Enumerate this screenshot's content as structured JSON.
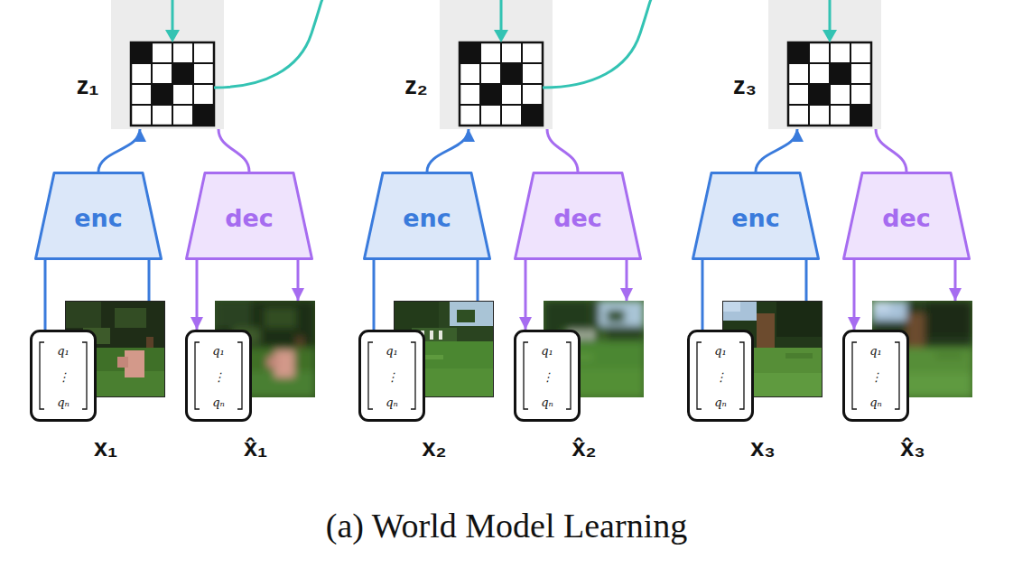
{
  "diagram": {
    "caption": "(a) World Model Learning",
    "nodes": [
      {
        "text": [
          "z₁"
        ]
      },
      {
        "text": [
          "enc"
        ]
      },
      {
        "text": [
          "dec"
        ]
      },
      {
        "text": [
          "q₁",
          "⋮",
          "qₙ"
        ]
      },
      {
        "text": [
          "x₁"
        ]
      },
      {
        "text": [
          "q₁",
          "⋮",
          "qₙ"
        ]
      },
      {
        "text": [
          "x̂₁"
        ]
      },
      {
        "text": [
          "z₂"
        ]
      },
      {
        "text": [
          "enc"
        ]
      },
      {
        "text": [
          "dec"
        ]
      },
      {
        "text": [
          "q₁",
          "⋮",
          "qₙ"
        ]
      },
      {
        "text": [
          "x₂"
        ]
      },
      {
        "text": [
          "q₁",
          "⋮",
          "qₙ"
        ]
      },
      {
        "text": [
          "x̂₂"
        ]
      },
      {
        "text": [
          "z₃"
        ]
      },
      {
        "text": [
          "enc"
        ]
      },
      {
        "text": [
          "dec"
        ]
      },
      {
        "text": [
          "q₁",
          "⋮",
          "qₙ"
        ]
      },
      {
        "text": [
          "x₃"
        ]
      },
      {
        "text": [
          "q₁",
          "⋮",
          "qₙ"
        ]
      },
      {
        "text": [
          "x̂₃"
        ]
      }
    ],
    "edges": [
      {
        "from": 3,
        "to": 1,
        "arrow": "none"
      },
      {
        "from": 4,
        "to": 1,
        "arrow": "none"
      },
      {
        "from": 1,
        "to": 0,
        "arrow": "to"
      },
      {
        "from": 0,
        "to": 2,
        "arrow": "none"
      },
      {
        "from": 2,
        "to": 5,
        "arrow": "to"
      },
      {
        "from": 2,
        "to": 6,
        "arrow": "to"
      },
      {
        "from": 10,
        "to": 8,
        "arrow": "none"
      },
      {
        "from": 11,
        "to": 8,
        "arrow": "none"
      },
      {
        "from": 8,
        "to": 7,
        "arrow": "to"
      },
      {
        "from": 7,
        "to": 9,
        "arrow": "none"
      },
      {
        "from": 9,
        "to": 12,
        "arrow": "to"
      },
      {
        "from": 9,
        "to": 13,
        "arrow": "to"
      },
      {
        "from": 17,
        "to": 15,
        "arrow": "none"
      },
      {
        "from": 18,
        "to": 15,
        "arrow": "none"
      },
      {
        "from": 15,
        "to": 14,
        "arrow": "to"
      },
      {
        "from": 14,
        "to": 16,
        "arrow": "none"
      },
      {
        "from": 16,
        "to": 19,
        "arrow": "to"
      },
      {
        "from": 16,
        "to": 20,
        "arrow": "to"
      }
    ]
  }
}
